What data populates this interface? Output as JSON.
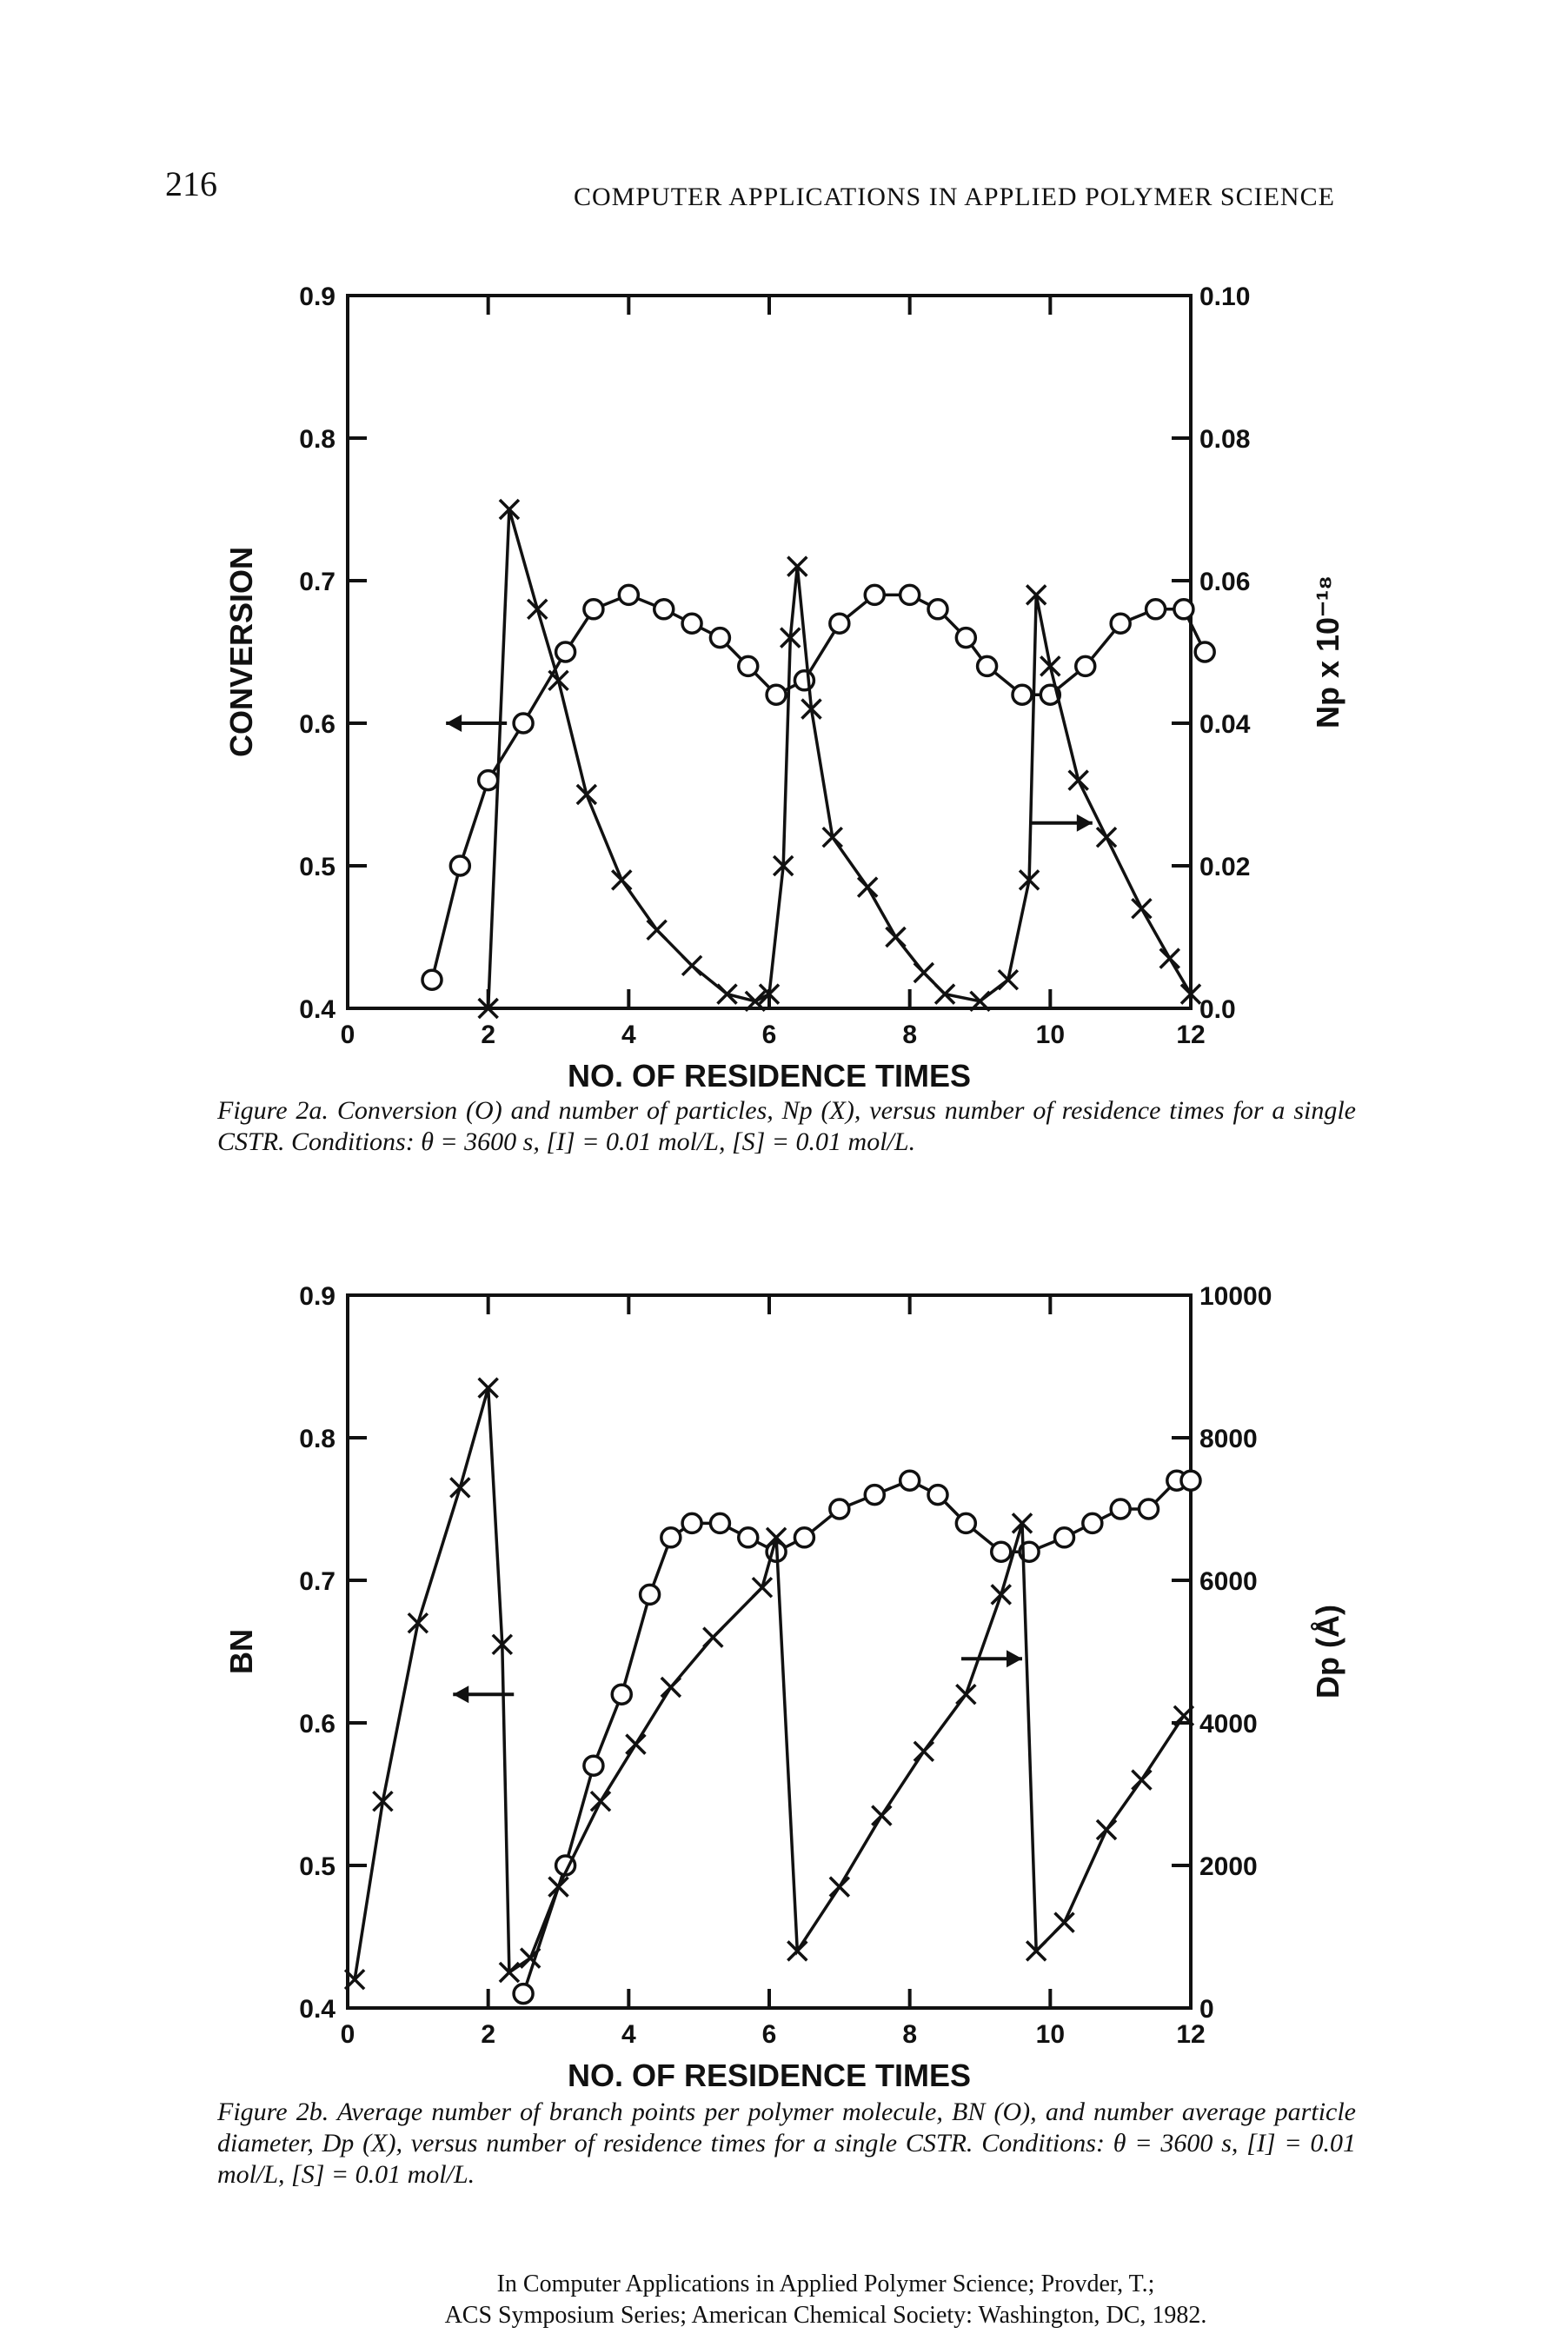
{
  "header": {
    "page_number": "216",
    "running_title": "COMPUTER APPLICATIONS IN APPLIED POLYMER SCIENCE"
  },
  "chart_data": [
    {
      "type": "line",
      "id": "figure-2a",
      "xlabel": "NO. OF RESIDENCE TIMES",
      "ylabel": "CONVERSION",
      "y2label": "Np x 10⁻¹⁸",
      "xlim": [
        0,
        12
      ],
      "ylim": [
        0.4,
        0.9
      ],
      "y2lim": [
        0.0,
        0.1
      ],
      "xticks": [
        "0",
        "2",
        "4",
        "6",
        "8",
        "10",
        "12"
      ],
      "yticks": [
        "0.4",
        "0.5",
        "0.6",
        "0.7",
        "0.8",
        "0.9"
      ],
      "y2ticks": [
        "0.0",
        "0.02",
        "0.04",
        "0.06",
        "0.08",
        "0.10"
      ],
      "series": [
        {
          "marker": "circle",
          "axis": "left",
          "points": [
            [
              1.2,
              0.42
            ],
            [
              1.6,
              0.5
            ],
            [
              2.0,
              0.56
            ],
            [
              2.5,
              0.6
            ],
            [
              3.1,
              0.65
            ],
            [
              3.5,
              0.68
            ],
            [
              4.0,
              0.69
            ],
            [
              4.5,
              0.68
            ],
            [
              4.9,
              0.67
            ],
            [
              5.3,
              0.66
            ],
            [
              5.7,
              0.64
            ],
            [
              6.1,
              0.62
            ],
            [
              6.5,
              0.63
            ],
            [
              7.0,
              0.67
            ],
            [
              7.5,
              0.69
            ],
            [
              8.0,
              0.69
            ],
            [
              8.4,
              0.68
            ],
            [
              8.8,
              0.66
            ],
            [
              9.1,
              0.64
            ],
            [
              9.6,
              0.62
            ],
            [
              10.0,
              0.62
            ],
            [
              10.5,
              0.64
            ],
            [
              11.0,
              0.67
            ],
            [
              11.5,
              0.68
            ],
            [
              11.9,
              0.68
            ],
            [
              12.2,
              0.65
            ]
          ]
        },
        {
          "marker": "x",
          "axis": "right",
          "points": [
            [
              2.0,
              0.0
            ],
            [
              2.3,
              0.07
            ],
            [
              2.7,
              0.056
            ],
            [
              3.0,
              0.046
            ],
            [
              3.4,
              0.03
            ],
            [
              3.9,
              0.018
            ],
            [
              4.4,
              0.011
            ],
            [
              4.9,
              0.006
            ],
            [
              5.4,
              0.002
            ],
            [
              5.8,
              0.001
            ],
            [
              6.0,
              0.002
            ],
            [
              6.2,
              0.02
            ],
            [
              6.3,
              0.052
            ],
            [
              6.4,
              0.062
            ],
            [
              6.6,
              0.042
            ],
            [
              6.9,
              0.024
            ],
            [
              7.4,
              0.017
            ],
            [
              7.8,
              0.01
            ],
            [
              8.2,
              0.005
            ],
            [
              8.5,
              0.002
            ],
            [
              9.0,
              0.001
            ],
            [
              9.4,
              0.004
            ],
            [
              9.7,
              0.018
            ],
            [
              9.8,
              0.058
            ],
            [
              10.0,
              0.048
            ],
            [
              10.4,
              0.032
            ],
            [
              10.8,
              0.024
            ],
            [
              11.3,
              0.014
            ],
            [
              11.7,
              0.007
            ],
            [
              12.0,
              0.002
            ]
          ]
        }
      ],
      "annotations": [
        "arrow-left",
        "arrow-right"
      ]
    },
    {
      "type": "line",
      "id": "figure-2b",
      "xlabel": "NO. OF RESIDENCE TIMES",
      "ylabel": "BN",
      "y2label": "Dp (Å)",
      "xlim": [
        0,
        12
      ],
      "ylim": [
        0.4,
        0.9
      ],
      "y2lim": [
        0,
        10000
      ],
      "xticks": [
        "0",
        "2",
        "4",
        "6",
        "8",
        "10",
        "12"
      ],
      "yticks": [
        "0.4",
        "0.5",
        "0.6",
        "0.7",
        "0.8",
        "0.9"
      ],
      "y2ticks": [
        "0",
        "2000",
        "4000",
        "6000",
        "8000",
        "10000"
      ],
      "series": [
        {
          "marker": "circle",
          "axis": "left",
          "points": [
            [
              2.5,
              0.41
            ],
            [
              3.1,
              0.5
            ],
            [
              3.5,
              0.57
            ],
            [
              3.9,
              0.62
            ],
            [
              4.3,
              0.69
            ],
            [
              4.6,
              0.73
            ],
            [
              4.9,
              0.74
            ],
            [
              5.3,
              0.74
            ],
            [
              5.7,
              0.73
            ],
            [
              6.1,
              0.72
            ],
            [
              6.5,
              0.73
            ],
            [
              7.0,
              0.75
            ],
            [
              7.5,
              0.76
            ],
            [
              8.0,
              0.77
            ],
            [
              8.4,
              0.76
            ],
            [
              8.8,
              0.74
            ],
            [
              9.3,
              0.72
            ],
            [
              9.7,
              0.72
            ],
            [
              10.2,
              0.73
            ],
            [
              10.6,
              0.74
            ],
            [
              11.0,
              0.75
            ],
            [
              11.4,
              0.75
            ],
            [
              11.8,
              0.77
            ],
            [
              12.0,
              0.77
            ]
          ]
        },
        {
          "marker": "x",
          "axis": "right",
          "points": [
            [
              0.1,
              400
            ],
            [
              0.5,
              2900
            ],
            [
              1.0,
              5400
            ],
            [
              1.6,
              7300
            ],
            [
              2.0,
              8700
            ],
            [
              2.2,
              5100
            ],
            [
              2.3,
              500
            ],
            [
              2.6,
              700
            ],
            [
              3.0,
              1700
            ],
            [
              3.6,
              2900
            ],
            [
              4.1,
              3700
            ],
            [
              4.6,
              4500
            ],
            [
              5.2,
              5200
            ],
            [
              5.9,
              5900
            ],
            [
              6.1,
              6600
            ],
            [
              6.4,
              800
            ],
            [
              7.0,
              1700
            ],
            [
              7.6,
              2700
            ],
            [
              8.2,
              3600
            ],
            [
              8.8,
              4400
            ],
            [
              9.3,
              5800
            ],
            [
              9.6,
              6800
            ],
            [
              9.8,
              800
            ],
            [
              10.2,
              1200
            ],
            [
              10.8,
              2500
            ],
            [
              11.3,
              3200
            ],
            [
              11.9,
              4100
            ]
          ]
        }
      ],
      "annotations": [
        "arrow-left",
        "arrow-right"
      ]
    }
  ],
  "captions": {
    "fig2a": "Figure 2a.  Conversion (O) and number of particles, Np (X), versus number of residence times for a single CSTR. Conditions: θ = 3600 s, [I] = 0.01 mol/L, [S] = 0.01 mol/L.",
    "fig2b": "Figure 2b.  Average number of branch points per polymer molecule, BN (O), and number average particle diameter, Dp (X), versus number of residence times for a single CSTR. Conditions: θ = 3600 s, [I] = 0.01 mol/L, [S] = 0.01 mol/L."
  },
  "footer": {
    "line1": "In Computer Applications in Applied Polymer Science; Provder, T.;",
    "line2": "ACS Symposium Series; American Chemical Society: Washington, DC, 1982."
  }
}
